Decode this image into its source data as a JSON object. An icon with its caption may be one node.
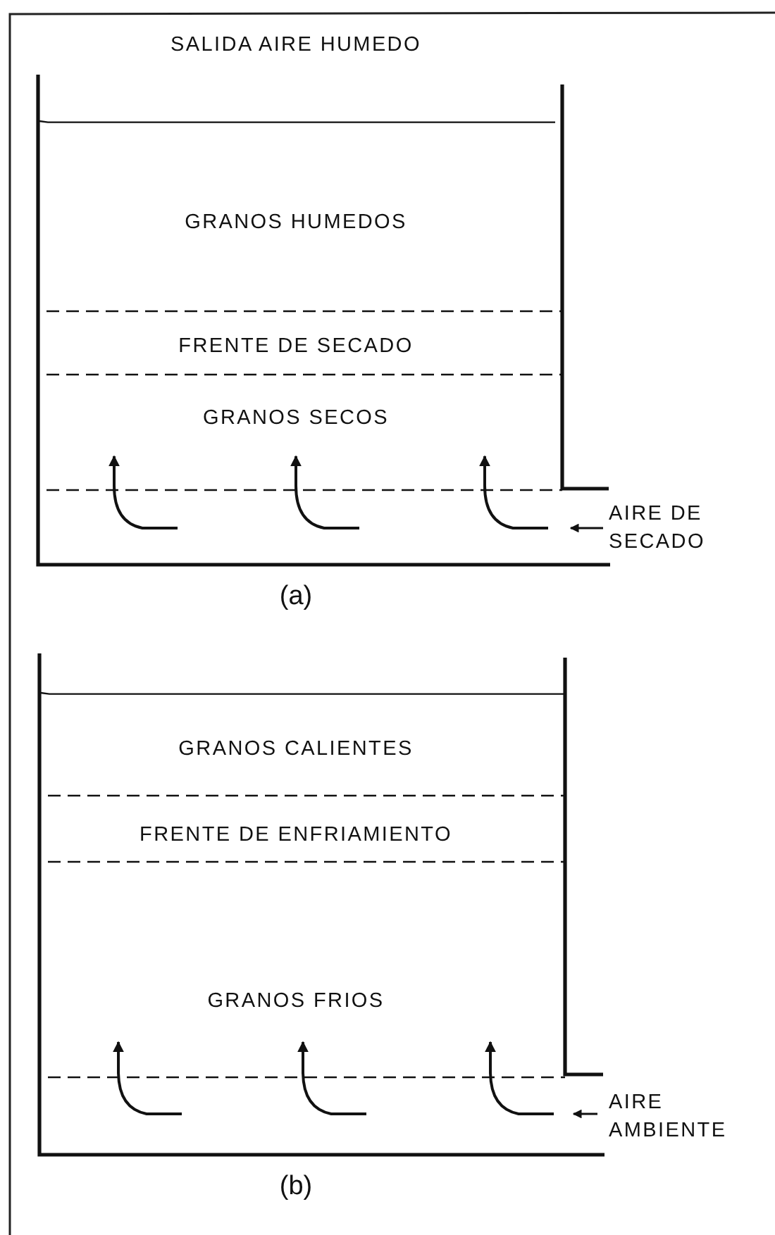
{
  "diagram": {
    "labels": [
      "SALIDA AIRE HUMEDO",
      "GRANOS HUMEDOS",
      "FRENTE DE SECADO",
      "GRANOS SECOS",
      "AIRE DE SECADO",
      "(a)",
      "GRANOS CALIENTES",
      "FRENTE DE ENFRIAMIENTO",
      "GRANOS FRIOS",
      "AIRE AMBIENTE",
      "(b)"
    ]
  }
}
